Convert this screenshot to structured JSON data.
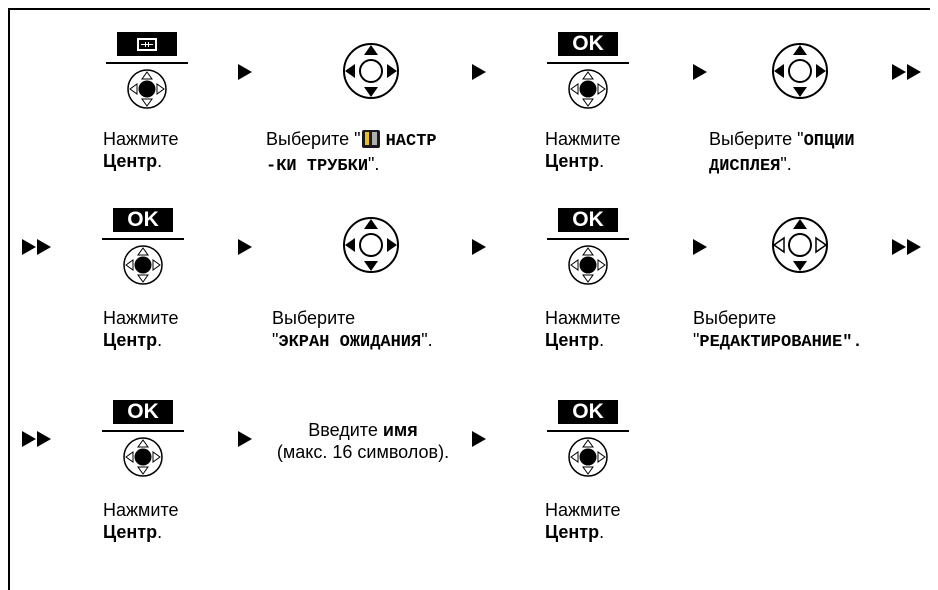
{
  "buttons": {
    "ok_label": "OK",
    "menu_icon": "menu-grid-icon"
  },
  "steps": {
    "press": "Нажмите",
    "center": "Центр",
    "dot": ".",
    "select": "Выберите",
    "row1_select1_prefix": "Выберите \"",
    "row1_select1_icon": "settings-tools-icon",
    "row1_select1_mono_a": "НАСТР",
    "row1_select1_mono_b": "-КИ ТРУБКИ",
    "row1_select1_suffix": "\".",
    "row1_select2_prefix": "Выберите \"",
    "row1_select2_mono_a": "ОПЦИИ",
    "row1_select2_mono_b": "ДИСПЛЕЯ",
    "row1_select2_suffix": "\".",
    "row2_select1_open": "\"",
    "row2_select1_mono": "ЭКРАН ОЖИДАНИЯ",
    "row2_select1_close": "\".",
    "row2_select2_open": "\"",
    "row2_select2_mono": "РЕДАКТИРОВАНИЕ\".",
    "row3_enter_a": "Введите ",
    "row3_enter_bold": "имя",
    "row3_enter_b": "(макс. 16 символов)."
  }
}
